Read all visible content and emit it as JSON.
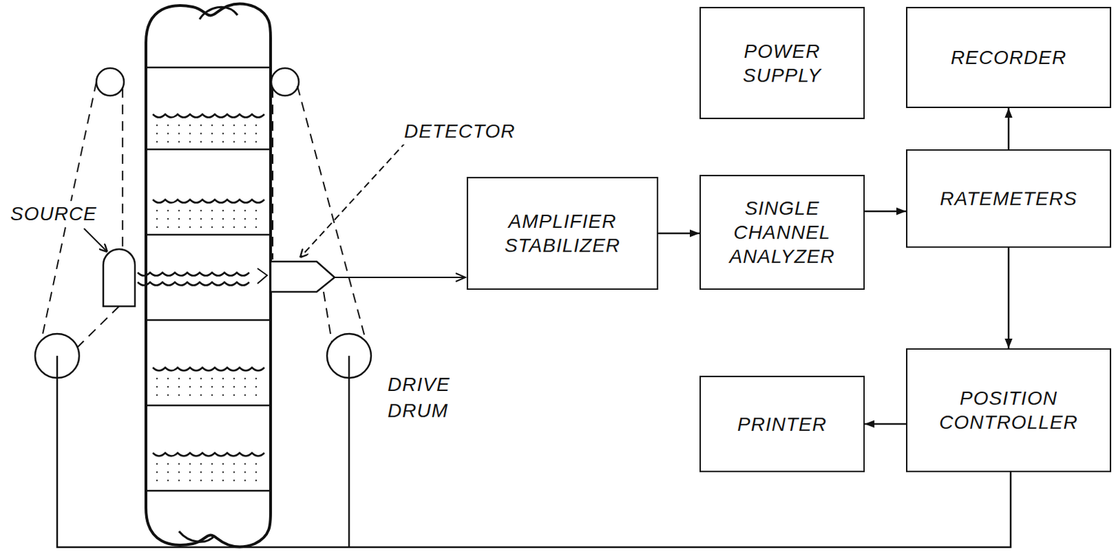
{
  "diagram": {
    "nodes": [
      {
        "text": [
          "POWER SUPPLY"
        ]
      },
      {
        "text": [
          "RECORDER"
        ]
      },
      {
        "text": [
          "AMPLIFIER STABILIZER"
        ]
      },
      {
        "text": [
          "SINGLE CHANNEL ANALYZER"
        ]
      },
      {
        "text": [
          "RATEMETERS"
        ]
      },
      {
        "text": [
          "PRINTER"
        ]
      },
      {
        "text": [
          "POSITION CONTROLLER"
        ]
      }
    ],
    "edges": [
      {
        "from": 2,
        "to": 3,
        "arrow": "to"
      },
      {
        "from": 3,
        "to": 4,
        "arrow": "to"
      },
      {
        "from": 4,
        "to": 1,
        "arrow": "to"
      },
      {
        "from": 4,
        "to": 6,
        "arrow": "to"
      },
      {
        "from": 6,
        "to": 5,
        "arrow": "to"
      }
    ],
    "labels": [
      "SOURCE",
      "DETECTOR",
      "DRIVE DRUM"
    ]
  }
}
